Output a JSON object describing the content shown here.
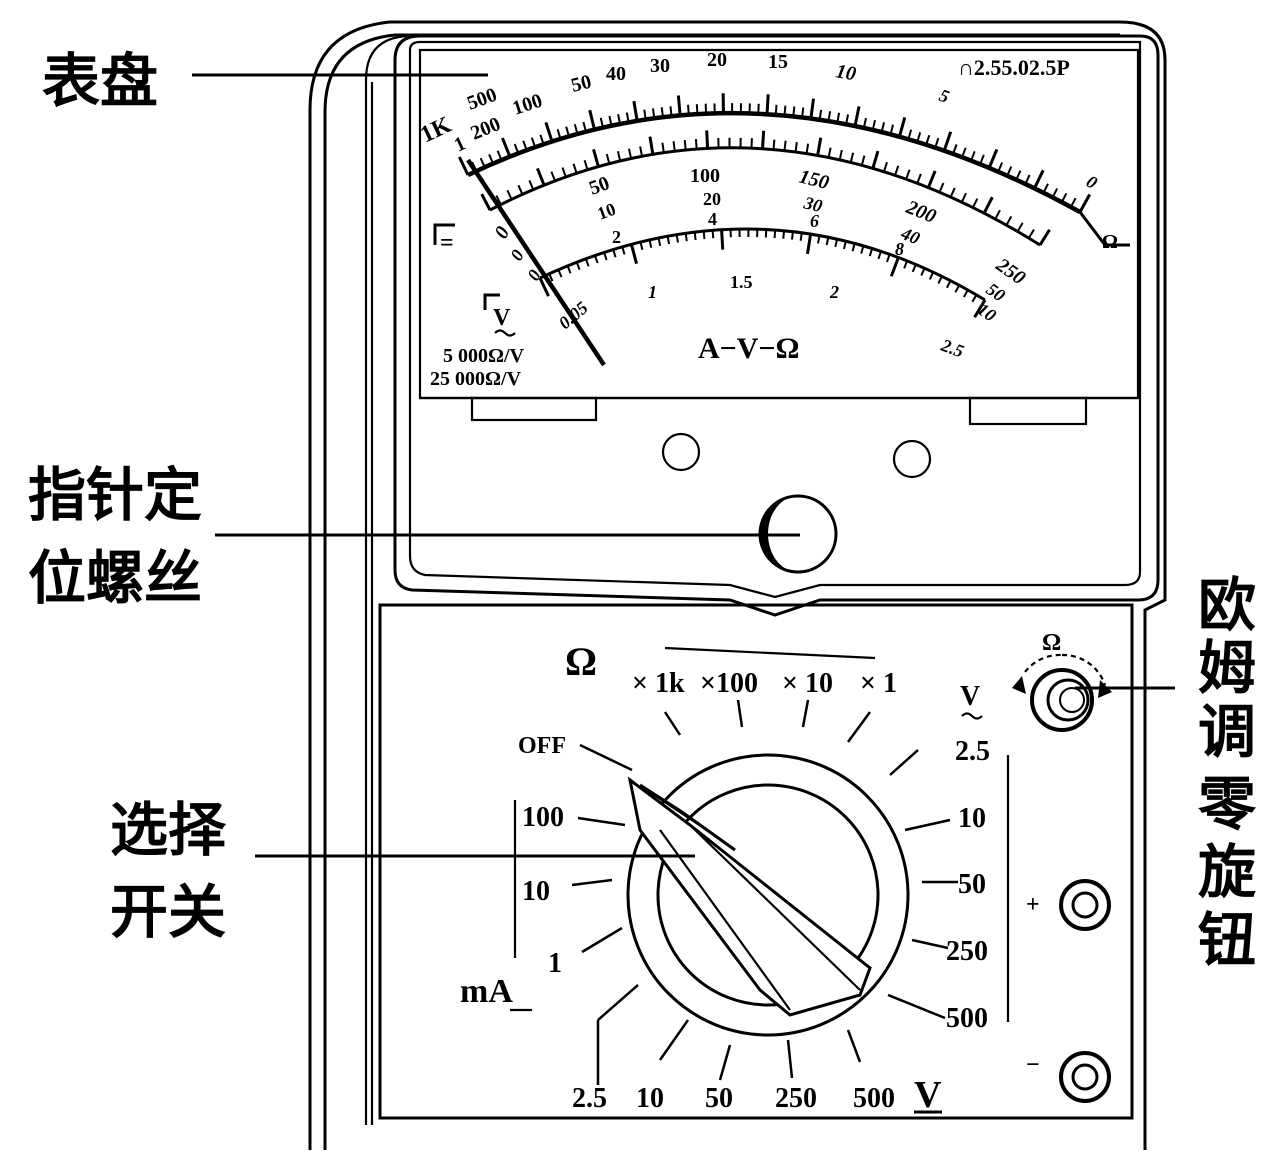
{
  "callouts": {
    "dial": "表盘",
    "zero_screw_line1": "指针定",
    "zero_screw_line2": "位螺丝",
    "selector_line1": "选择",
    "selector_line2": "开关",
    "ohm_knob": [
      "欧",
      "姆",
      "调",
      "零",
      "旋",
      "钮"
    ]
  },
  "dial_face": {
    "ohm_scale_labels": [
      "1K",
      "500",
      "1",
      "200",
      "100",
      "50",
      "40",
      "30",
      "20",
      "15",
      "10",
      "5",
      "0"
    ],
    "dc_scale_labels_top": [
      "0",
      "50",
      "100",
      "150",
      "200",
      "250"
    ],
    "dc_scale_labels_mid": [
      "0",
      "10",
      "20",
      "30",
      "40",
      "50"
    ],
    "dc_scale_labels_bot": [
      "0",
      "2",
      "4",
      "6",
      "8",
      "10"
    ],
    "ac_scale_labels": [
      "0.05",
      "1",
      "1.5",
      "2",
      "2.5"
    ],
    "ac_scale_label_zero": "0",
    "title": "A−V−Ω",
    "sens_line1": "5 000Ω/V",
    "sens_line2": "25 000Ω/V",
    "top_right_marks": "∩2.55.02.5P",
    "ohm_symbol": "Ω",
    "dc_symbol": "=",
    "ac_symbol": "V"
  },
  "selector": {
    "ohm_header": "Ω",
    "ohm_ranges": [
      "× 1k",
      "×100",
      "× 10",
      "× 1"
    ],
    "off_label": "OFF",
    "ma_ranges": [
      "100",
      "10",
      "1"
    ],
    "ma_unit": "mA",
    "dcv_ranges": [
      "2.5",
      "10",
      "50",
      "250",
      "500"
    ],
    "dcv_unit": "V",
    "acv_unit": "V",
    "acv_ranges": [
      "2.5",
      "10",
      "50",
      "250",
      "500"
    ]
  },
  "terminals": {
    "plus": "+",
    "minus": "−"
  },
  "knob_symbol": "Ω"
}
